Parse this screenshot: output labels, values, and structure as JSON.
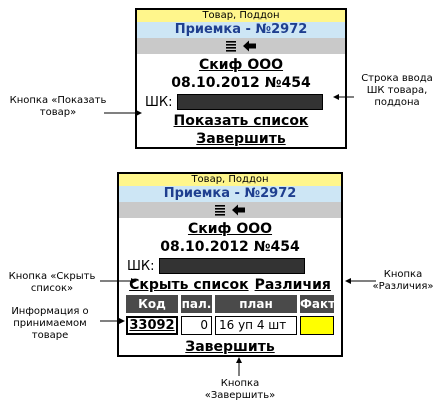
{
  "screen1": {
    "header_small": "Товар, Поддон",
    "title": "Приемка - №2972",
    "company": "Скиф ООО",
    "doc_line": "08.10.2012 №454",
    "barcode_label": "ШК:",
    "barcode_value": "",
    "show_list": "Показать список",
    "finish": "Завершить"
  },
  "screen2": {
    "header_small": "Товар, Поддон",
    "title": "Приемка - №2972",
    "company": "Скиф ООО",
    "doc_line": "08.10.2012 №454",
    "barcode_label": "ШК:",
    "barcode_value": "",
    "hide_list": "Скрыть список",
    "differences": "Различия",
    "table": {
      "headers": [
        "Код",
        "пал.",
        "план",
        "Факт"
      ],
      "row": [
        "33092",
        "0",
        "16 уп 4 шт",
        ""
      ]
    },
    "finish": "Завершить"
  },
  "annotations": {
    "show_button": "Кнопка «Показать товар»",
    "input_line": "Строка ввода ШК товара, поддона",
    "hide_button": "Кнопка «Скрыть список»",
    "item_info": "Информация о принимаемом товаре",
    "diff_button": "Кнопка «Различия»",
    "finish_button": "Кнопка «Завершить»"
  },
  "icons": [
    "menu-lines-icon",
    "back-arrow-icon"
  ],
  "colors": {
    "header_yellow": "#fff68c",
    "header_blue": "#cde6f5",
    "title_text": "#1f3f8f",
    "toolbar_gray": "#c9c9c9",
    "input_dark": "#333333",
    "table_header": "#4a4a4a",
    "fact_cell": "#ffff00"
  }
}
